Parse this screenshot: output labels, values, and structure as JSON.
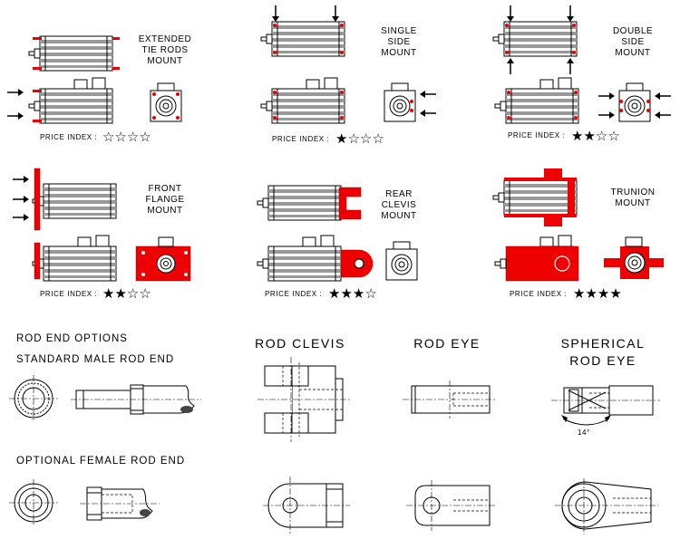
{
  "mounts": [
    {
      "id": "extended-tie-rods",
      "title": [
        "EXTENDED",
        "TIE RODS",
        "MOUNT"
      ],
      "price_label": "PRICE INDEX :",
      "rating": 0,
      "max_rating": 4
    },
    {
      "id": "single-side",
      "title": [
        "SINGLE",
        "SIDE",
        "MOUNT"
      ],
      "price_label": "PRICE INDEX :",
      "rating": 1,
      "max_rating": 4
    },
    {
      "id": "double-side",
      "title": [
        "DOUBLE",
        "SIDE",
        "MOUNT"
      ],
      "price_label": "PRICE INDEX :",
      "rating": 2,
      "max_rating": 4
    },
    {
      "id": "front-flange",
      "title": [
        "FRONT",
        "FLANGE",
        "MOUNT"
      ],
      "price_label": "PRICE INDEX :",
      "rating": 2,
      "max_rating": 4
    },
    {
      "id": "rear-clevis",
      "title": [
        "REAR",
        "CLEVIS",
        "MOUNT"
      ],
      "price_label": "PRICE INDEX :",
      "rating": 3,
      "max_rating": 4
    },
    {
      "id": "trunion",
      "title": [
        "TRUNION",
        "MOUNT"
      ],
      "price_label": "PRICE INDEX :",
      "rating": 4,
      "max_rating": 4
    }
  ],
  "rod_end": {
    "heading": "ROD END OPTIONS",
    "standard": "STANDARD MALE ROD END",
    "optional": "OPTIONAL FEMALE ROD END",
    "clevis": "ROD CLEVIS",
    "eye": "ROD EYE",
    "spherical": [
      "SPHERICAL",
      "ROD EYE"
    ],
    "angle": "14°"
  },
  "colors": {
    "accent": "#e00000",
    "line": "#000000",
    "background": "#ffffff"
  }
}
